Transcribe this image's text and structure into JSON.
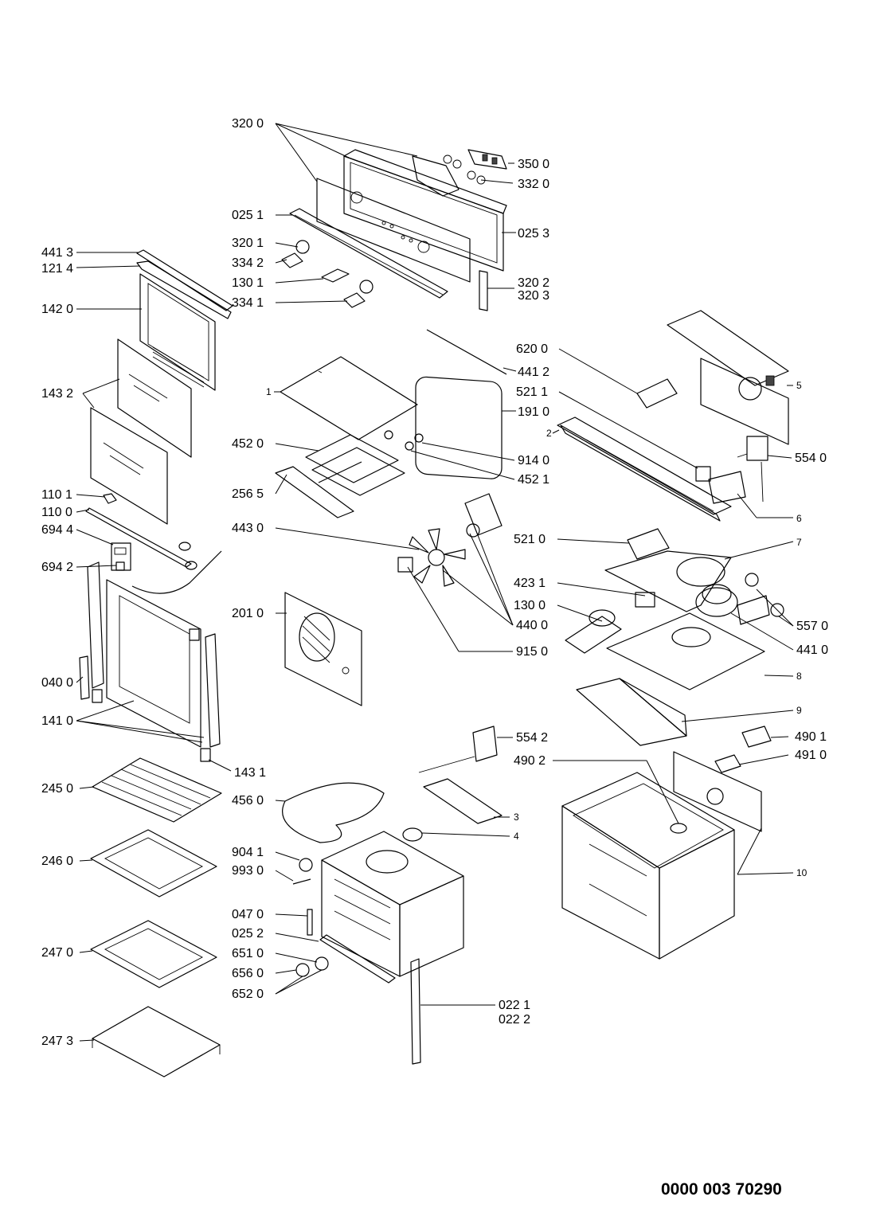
{
  "document_number": "0000 003 70290",
  "labels": [
    {
      "id": "p3200",
      "text": "320 0"
    },
    {
      "id": "p3500",
      "text": "350 0"
    },
    {
      "id": "p3320",
      "text": "332 0"
    },
    {
      "id": "p0251",
      "text": "025 1"
    },
    {
      "id": "p0253",
      "text": "025 3"
    },
    {
      "id": "p3201",
      "text": "320 1"
    },
    {
      "id": "p3342",
      "text": "334 2"
    },
    {
      "id": "p1301",
      "text": "130 1"
    },
    {
      "id": "p3341",
      "text": "334 1"
    },
    {
      "id": "p3202",
      "text": "320 2"
    },
    {
      "id": "p3203",
      "text": "320 3"
    },
    {
      "id": "p4413",
      "text": "441 3"
    },
    {
      "id": "p1214",
      "text": "121 4"
    },
    {
      "id": "p1420",
      "text": "142 0"
    },
    {
      "id": "p1432",
      "text": "143 2"
    },
    {
      "id": "p1101",
      "text": "110 1"
    },
    {
      "id": "p1100",
      "text": "110 0"
    },
    {
      "id": "p6944",
      "text": "694 4"
    },
    {
      "id": "p6942",
      "text": "694 2"
    },
    {
      "id": "p0400",
      "text": "040 0"
    },
    {
      "id": "p1410",
      "text": "141 0"
    },
    {
      "id": "p1431",
      "text": "143 1"
    },
    {
      "id": "p2450",
      "text": "245 0"
    },
    {
      "id": "p2460",
      "text": "246 0"
    },
    {
      "id": "p2470",
      "text": "247 0"
    },
    {
      "id": "p2473",
      "text": "247 3"
    },
    {
      "id": "p1",
      "text": "1"
    },
    {
      "id": "p6200",
      "text": "620 0"
    },
    {
      "id": "p4412",
      "text": "441 2"
    },
    {
      "id": "p5211",
      "text": "521 1"
    },
    {
      "id": "p5",
      "text": "5"
    },
    {
      "id": "p1910",
      "text": "191 0"
    },
    {
      "id": "p2",
      "text": "2"
    },
    {
      "id": "p4520",
      "text": "452 0"
    },
    {
      "id": "p9140",
      "text": "914 0"
    },
    {
      "id": "p5540",
      "text": "554 0"
    },
    {
      "id": "p2565",
      "text": "256 5"
    },
    {
      "id": "p4521",
      "text": "452 1"
    },
    {
      "id": "p6",
      "text": "6"
    },
    {
      "id": "p4430",
      "text": "443 0"
    },
    {
      "id": "p5210",
      "text": "521 0"
    },
    {
      "id": "p7",
      "text": "7"
    },
    {
      "id": "p4231",
      "text": "423 1"
    },
    {
      "id": "p1300",
      "text": "130 0"
    },
    {
      "id": "p5570",
      "text": "557 0"
    },
    {
      "id": "p4400",
      "text": "440 0"
    },
    {
      "id": "p2010",
      "text": "201 0"
    },
    {
      "id": "p4410",
      "text": "441 0"
    },
    {
      "id": "p9150",
      "text": "915 0"
    },
    {
      "id": "p8",
      "text": "8"
    },
    {
      "id": "p9",
      "text": "9"
    },
    {
      "id": "p4901",
      "text": "490 1"
    },
    {
      "id": "p5542",
      "text": "554 2"
    },
    {
      "id": "p4902",
      "text": "490 2"
    },
    {
      "id": "p4910",
      "text": "491 0"
    },
    {
      "id": "p4560",
      "text": "456 0"
    },
    {
      "id": "p3",
      "text": "3"
    },
    {
      "id": "p4",
      "text": "4"
    },
    {
      "id": "p9041",
      "text": "904 1"
    },
    {
      "id": "p9930",
      "text": "993 0"
    },
    {
      "id": "p10",
      "text": "10"
    },
    {
      "id": "p0470",
      "text": "047 0"
    },
    {
      "id": "p0252",
      "text": "025 2"
    },
    {
      "id": "p6510",
      "text": "651 0"
    },
    {
      "id": "p6560",
      "text": "656 0"
    },
    {
      "id": "p6520",
      "text": "652 0"
    },
    {
      "id": "p0221",
      "text": "022 1"
    },
    {
      "id": "p0222",
      "text": "022 2"
    }
  ]
}
